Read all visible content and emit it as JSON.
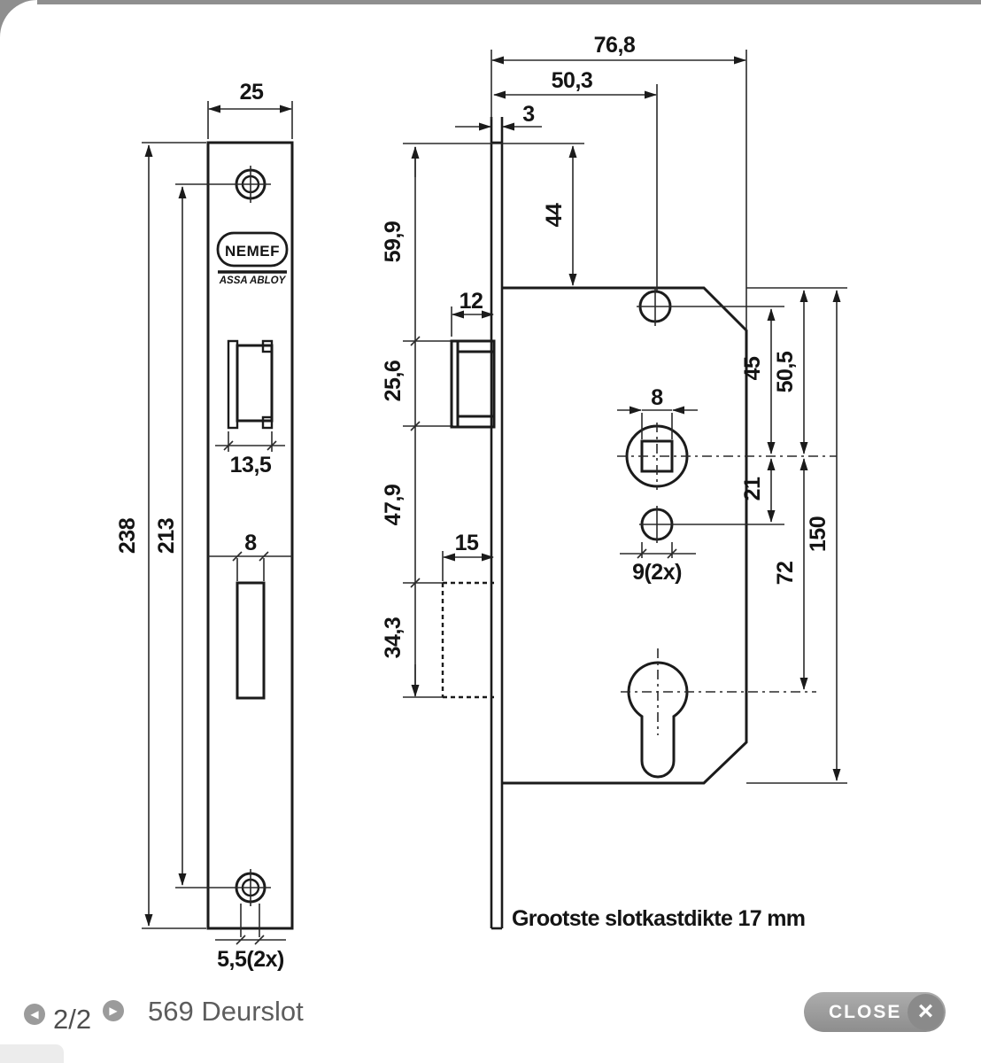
{
  "viewer": {
    "pagination": {
      "current": "2/2",
      "prev_icon": "◀",
      "next_icon": "▶"
    },
    "title": "569 Deurslot",
    "close": {
      "label": "CLOSE",
      "icon": "×"
    }
  },
  "drawing": {
    "brand": {
      "name": "NEMEF",
      "subtitle": "ASSA ABLOY"
    },
    "note": "Grootste slotkastdikte 17 mm",
    "front": {
      "plate_width": "25",
      "plate_height": "238",
      "screw_distance": "213",
      "latch_cutout_width": "13,5",
      "bolt_slot_width": "8",
      "screw_hole_dia": "5,5(2x)"
    },
    "side": {
      "case_depth_total": "76,8",
      "cylinder_backset": "50,3",
      "plate_thickness": "3",
      "top_to_case": "44",
      "top_to_latch": "59,9",
      "latch_height": "25,6",
      "latch_depth": "12",
      "latch_to_bolt": "47,9",
      "bolt_depth": "15",
      "bolt_height": "34,3",
      "spindle_square": "8",
      "hole_dia": "9(2x)",
      "screw_to_follower": "45",
      "case_top_to_follower": "50,5",
      "follower_to_hole": "21",
      "follower_to_cylinder": "72",
      "case_height": "150"
    }
  },
  "colors": {
    "line": "#1b1b1b",
    "ui_gray": "#9b9b9b",
    "text_gray": "#5d5d5d"
  }
}
